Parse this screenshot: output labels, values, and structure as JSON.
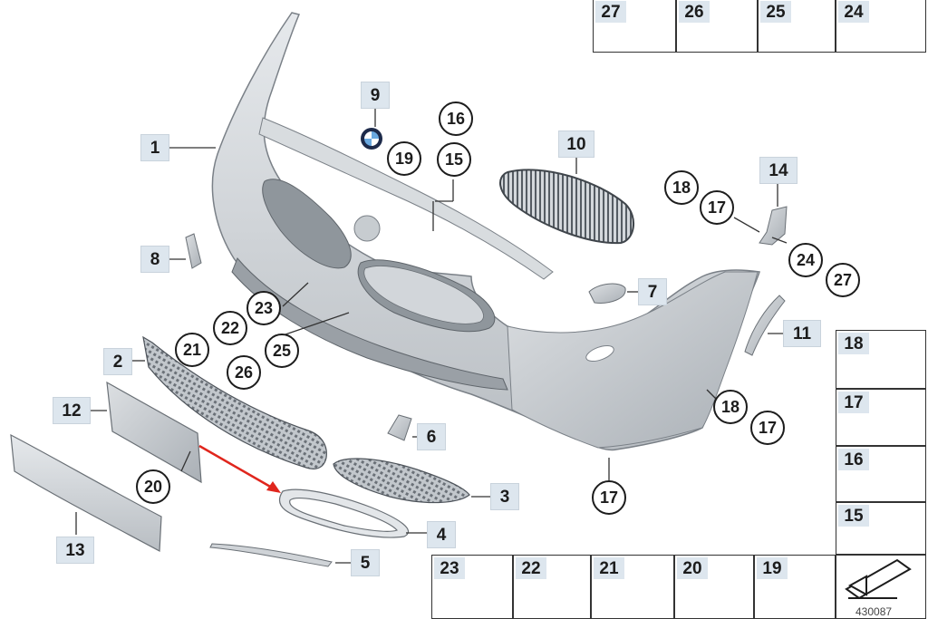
{
  "diagram": {
    "reference_code": "430087",
    "callouts": {
      "p1": "1",
      "p2": "2",
      "p3": "3",
      "p4": "4",
      "p5": "5",
      "p6": "6",
      "p7": "7",
      "p8": "8",
      "p9": "9",
      "p10": "10",
      "p11": "11",
      "p12": "12",
      "p13": "13",
      "p14": "14"
    },
    "circled": {
      "c16": "16",
      "c19": "19",
      "c15": "15",
      "c18a": "18",
      "c17a": "17",
      "c24": "24",
      "c27": "27",
      "c23": "23",
      "c22": "22",
      "c21": "21",
      "c25": "25",
      "c26": "26",
      "c20": "20",
      "c18b": "18",
      "c17b": "17",
      "c17c": "17"
    },
    "fastener_grid": {
      "top_row": [
        "27",
        "26",
        "25",
        "24"
      ],
      "right_column": [
        "18",
        "17",
        "16",
        "15"
      ],
      "bottom_row": [
        "23",
        "22",
        "21",
        "20",
        "19"
      ]
    },
    "colors": {
      "part_gray": "#cfd3d7",
      "label_blue": "#dde6ee",
      "arrow_red": "#e0261d"
    }
  }
}
